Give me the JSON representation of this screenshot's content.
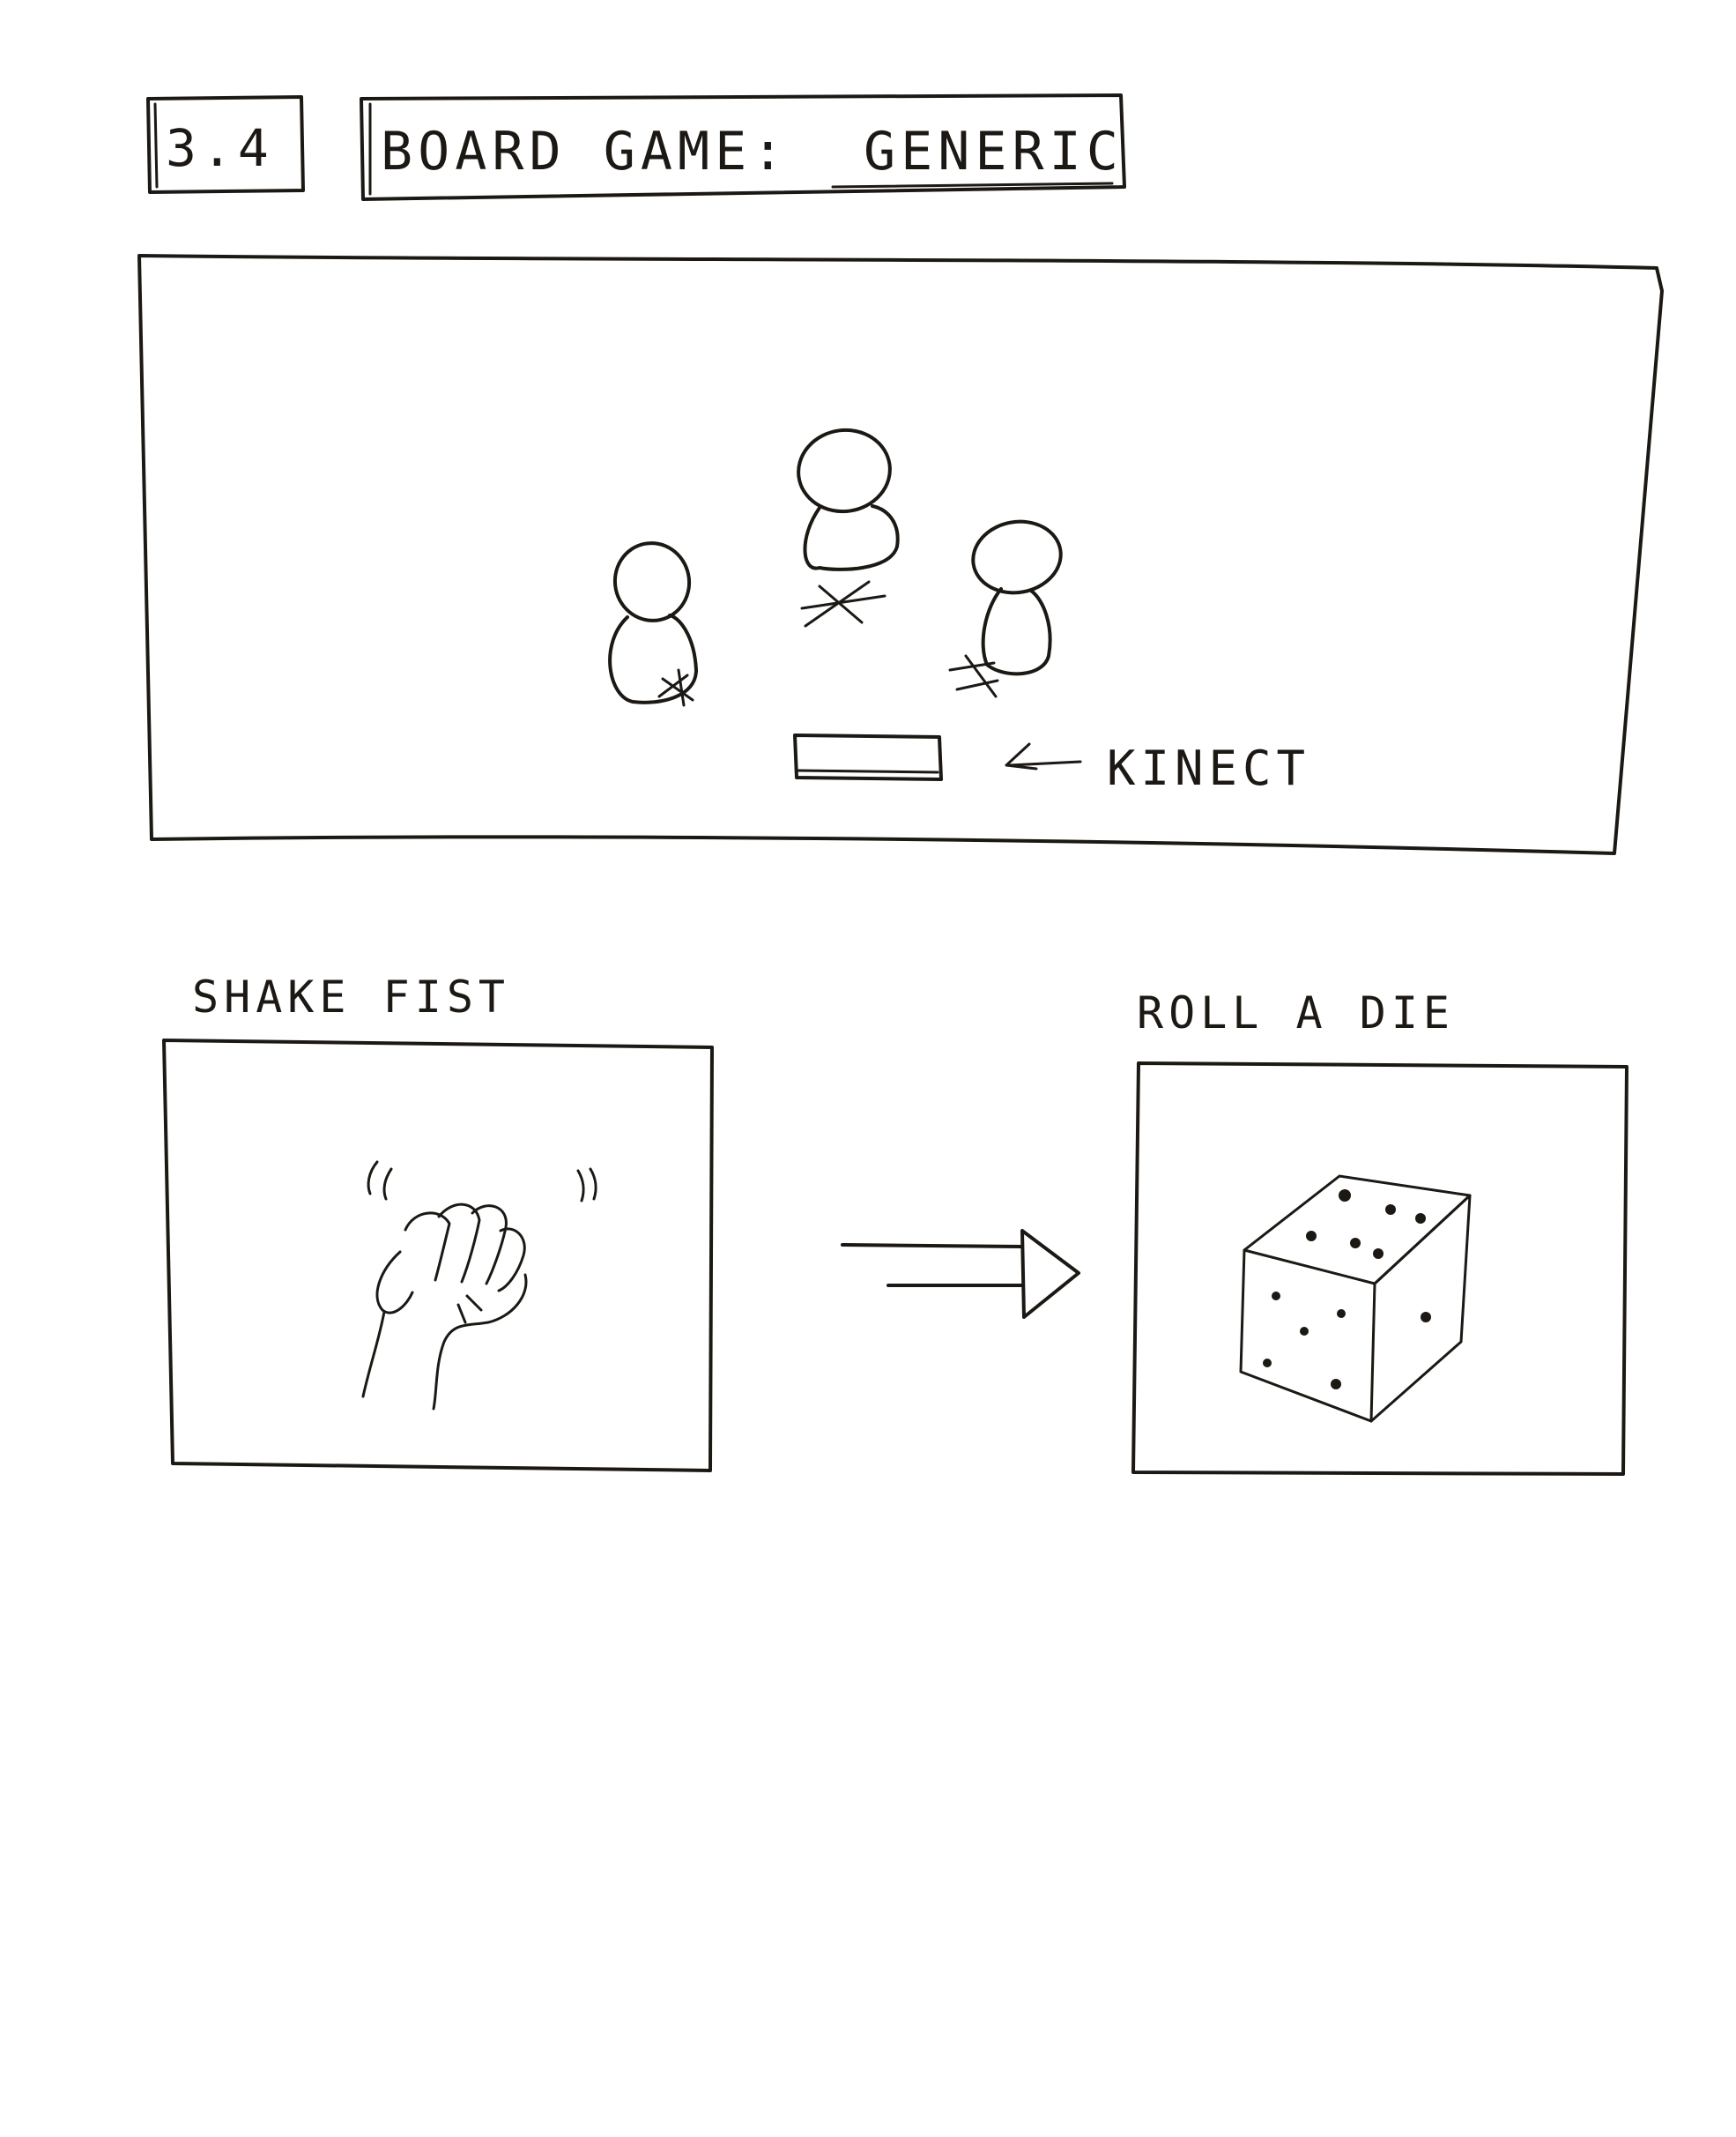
{
  "header": {
    "section_number": "3.4",
    "title_prefix": "BOARD GAME:",
    "title_emphasis": "GENERIC"
  },
  "scene_panel": {
    "device_label": "KINECT"
  },
  "gesture_panel": {
    "caption": "SHAKE FIST"
  },
  "result_panel": {
    "caption": "ROLL A DIE"
  },
  "colors": {
    "ink": "#1c1814",
    "paper": "#ffffff"
  }
}
